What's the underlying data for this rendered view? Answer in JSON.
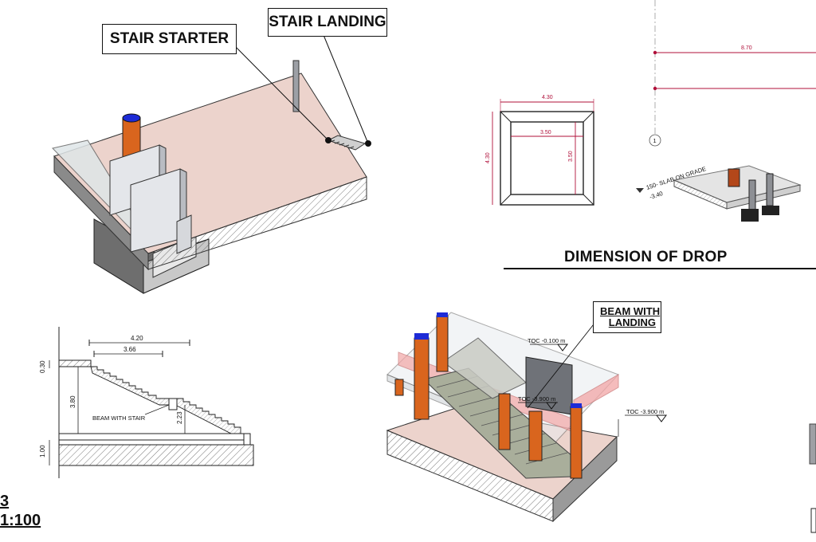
{
  "callouts": {
    "stair_starter": "STAIR STARTER",
    "stair_landing": "STAIR LANDING",
    "beam_with_landing_1": "BEAM WITH",
    "beam_with_landing_2": "LANDING"
  },
  "titles": {
    "dimension_of_drop": "DIMENSION OF DROP",
    "view_number": "3",
    "view_scale": "1:100"
  },
  "drop_plan": {
    "outer_width": "4.30",
    "outer_height": "4.30",
    "inner_width": "3.50",
    "inner_height": "3.50"
  },
  "grid": {
    "span": "8.70",
    "bubble": "1"
  },
  "slab_note": {
    "line1": "150- SLAB ON GRADE",
    "level": "-3.40"
  },
  "section": {
    "total_run": "4.20",
    "flight_run": "3.66",
    "top_slab": "0.30",
    "rise_total": "3.80",
    "landing_rise": "2.23",
    "foundation": "1.00",
    "beam_note": "BEAM WITH STAIR"
  },
  "levels": {
    "toc_top": "TOC -0.100 m",
    "toc_mid": "TOC -3.900 m",
    "toc_side": "TOC -3.900 m"
  },
  "colors": {
    "dim_red": "#b0103a",
    "column_orange": "#d9651e",
    "cap_blue": "#1d2bd6",
    "slab_pink": "#ecd3cc",
    "stair_green": "#a9ae9b"
  }
}
